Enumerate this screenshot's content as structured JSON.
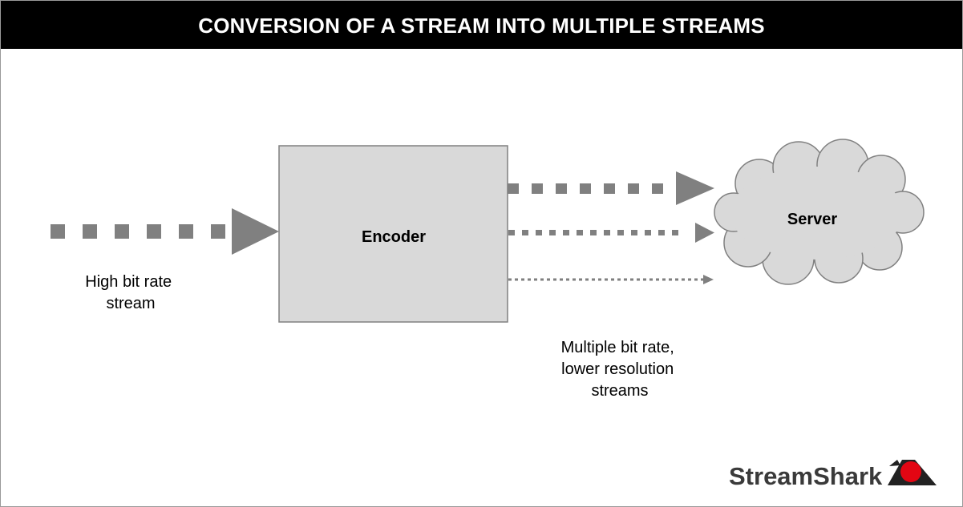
{
  "header": {
    "title": "CONVERSION OF A STREAM INTO MULTIPLE STREAMS"
  },
  "nodes": {
    "encoder": {
      "label": "Encoder"
    },
    "server": {
      "label": "Server"
    }
  },
  "labels": {
    "input_stream": [
      "High bit rate",
      "stream"
    ],
    "output_streams": [
      "Multiple bit rate,",
      "lower resolution",
      "streams"
    ]
  },
  "logo": {
    "text": "StreamShark",
    "accent_color": "#e30613"
  },
  "colors": {
    "arrow": "#808080",
    "encoder_fill": "#d9d9d9",
    "encoder_border": "#808080",
    "cloud_fill": "#d9d9d9",
    "header_bg": "#000000",
    "header_text": "#ffffff"
  }
}
